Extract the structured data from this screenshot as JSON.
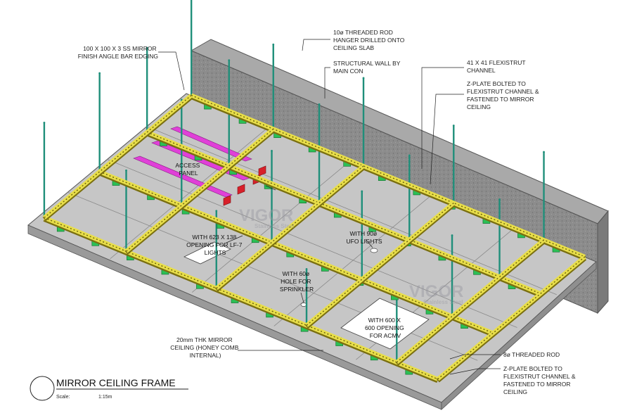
{
  "labels": {
    "edging": [
      "100 X 100 X 3 SS MIRROR",
      "FINISH ANGLE BAR EDGING"
    ],
    "rod_hanger": [
      "10ø THREADED ROD",
      "HANGER DRILLED ONTO",
      "CEILING SLAB"
    ],
    "wall": [
      "STRUCTURAL WALL BY",
      "MAIN CON"
    ],
    "channel": [
      "41 X 41 FLEXISTRUT",
      "CHANNEL"
    ],
    "zplate_top": [
      "Z-PLATE BOLTED TO",
      "FLEXISTRUT CHANNEL &",
      "FASTENED TO MIRROR",
      "CEILING"
    ],
    "access_panel": [
      "ACCESS",
      "PANEL"
    ],
    "lf7_opening": [
      "WITH 623 X 138",
      "OPENING FOR LF-7",
      "LIGHTS"
    ],
    "ufo_lights": [
      "WITH 90ø",
      "UFO LIGHTS"
    ],
    "sprinkler": [
      "WITH 60ø",
      "HOLE FOR",
      "SPRINKLER"
    ],
    "acmv_opening": [
      "WITH 600 X",
      "600 OPENING",
      "FOR ACMV"
    ],
    "mirror_ceiling": [
      "20mm THK MIRROR",
      "CEILING (HONEY COMB",
      "INTERNAL)"
    ],
    "rod_8": "8ø THREADED ROD",
    "zplate_bottom": [
      "Z-PLATE BOLTED TO",
      "FLEXISTRUT CHANNEL &",
      "FASTENED TO MIRROR",
      "CEILING"
    ]
  },
  "watermark": {
    "brand": "VIGOR",
    "sub": "Stainless Steel"
  },
  "title_block": {
    "title": "MIRROR CEILING FRAME",
    "scale_label": "Scale:",
    "scale_value": "1:15m"
  },
  "colors": {
    "channel": "#e8de4a",
    "rod": "#1f8f7a",
    "bracket": "#2bbf55",
    "panel": "#c9c9c9",
    "wall": "#8a8a8a",
    "access_panel": "#e040d8",
    "z_plate": "#d8202a"
  }
}
